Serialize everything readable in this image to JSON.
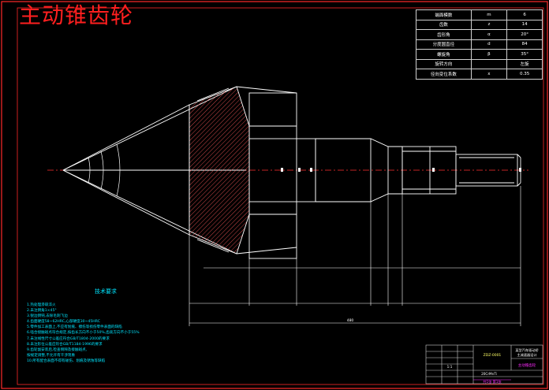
{
  "drawing": {
    "title": "主动锥齿轮",
    "colors": {
      "border": "#ff2a2a",
      "outline": "#ffffff",
      "centerline": "#ff3030",
      "hatch": "#ff5a5a",
      "annotation": "#00e5ff",
      "magenta": "#ff2aff"
    }
  },
  "param_table": {
    "rows": [
      {
        "name": "端面模数",
        "symbol": "m",
        "value": "6"
      },
      {
        "name": "齿数",
        "symbol": "z",
        "value": "14"
      },
      {
        "name": "齿形角",
        "symbol": "α",
        "value": "20°"
      },
      {
        "name": "分度圆直径",
        "symbol": "d",
        "value": "84"
      },
      {
        "name": "螺旋角",
        "symbol": "β",
        "value": "35°"
      },
      {
        "name": "旋转方向",
        "symbol": "",
        "value": "左旋"
      },
      {
        "name": "径向变位系数",
        "symbol": "x",
        "value": "0.35"
      }
    ]
  },
  "notes": {
    "title": "技术要求",
    "items": [
      "1.热处理渗碳淬火",
      "2.未注倒角1×45°",
      "3.锐边倒钝,去除毛刺飞边",
      "4.齿面硬度58~62HRC,心部硬度30~45HRC",
      "5.零件加工表面上,不应有划痕、擦伤等损伤零件表面的缺陷",
      "6.啮合接触斑点符合规定,按齿长方向不小于50%,齿高方向不小于55%",
      "7.未注线性尺寸公差应符合GB/T1804-2000的要求",
      "8.未注形位公差应符合GB/T1184-1996的要求",
      "9.齿轮副安装后,检查侧隙及接触斑点,",
      "  按规定调整,不允许有干涉现象",
      "10.所有配合表面不得有碰伤、划痕及锈蚀等缺陷"
    ]
  },
  "title_block": {
    "drawing_no": "ZDZ-0001",
    "name_lines": [
      "某型汽车驱动桥",
      "主减速器设计"
    ],
    "part": "主动锥齿轮",
    "scale": "1:1",
    "material": "20CrMnTi",
    "sheet": "共1张 第1张"
  },
  "dimensions": {
    "overall_length": "480"
  }
}
